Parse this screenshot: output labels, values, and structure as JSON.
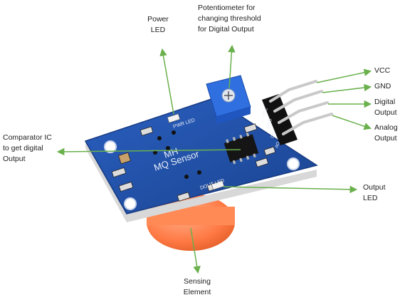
{
  "colors": {
    "arrow": "#6ab04c",
    "board": "#1f4fa8",
    "board_edge": "#163a82",
    "sensor_cap": "#ff7a45",
    "potentiometer": "#2f6fe0",
    "header_pins": "#c9c9c9"
  },
  "labels": {
    "power_led": "Power\nLED",
    "potentiometer": "Potentiometer for\nchanging threshold\nfor Digital Output",
    "vcc": "VCC",
    "gnd": "GND",
    "digital_output": "Digital\nOutput",
    "analog_output": "Analog\nOutput",
    "comparator": "Comparator IC\nto get digital\nOutput",
    "output_led": "Output\nLED",
    "sensing_element": "Sensing\nElement"
  },
  "board_silkscreen": {
    "brand": "MH",
    "model": "MQ Sensor",
    "power_mark": "PWR LED",
    "dout_mark": "DOUT LED",
    "pin_marks": [
      "VCC",
      "GND",
      "DO",
      "AO"
    ]
  }
}
